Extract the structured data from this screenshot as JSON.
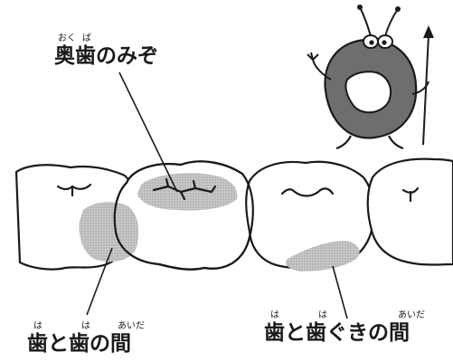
{
  "labels": {
    "molar_groove": {
      "text": "奥歯のみぞ",
      "furigana": [
        "おく",
        "ば"
      ]
    },
    "between_teeth": {
      "text": "歯と歯の間",
      "furigana": [
        "は",
        "は",
        "あいだ"
      ]
    },
    "gum_line": {
      "text": "歯と歯ぐきの間",
      "furigana": [
        "は",
        "は",
        "あいだ"
      ]
    }
  },
  "colors": {
    "outline": "#1a1a1a",
    "plaque": "#c4c4c4",
    "germ_body": "#6e6e6e",
    "germ_mouth": "#ffffff"
  }
}
